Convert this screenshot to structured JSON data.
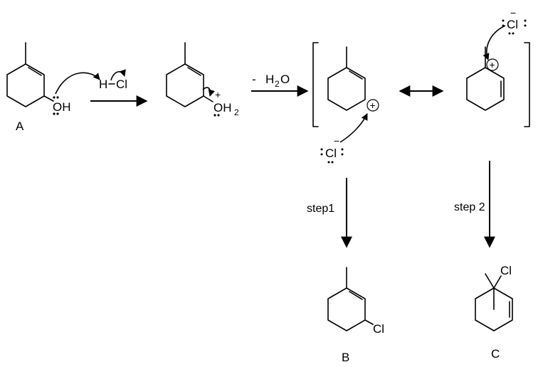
{
  "compound_labels": {
    "a": "A",
    "b": "B",
    "c": "C"
  },
  "atoms": {
    "oh": "OH",
    "oh2": "OH",
    "oh2_sub": "2",
    "hcl_h": "H",
    "hcl_cl": "Cl",
    "cl_anion_1": "Cl",
    "cl_anion_2": "Cl",
    "cl_product_b": "Cl",
    "cl_product_c": "Cl"
  },
  "charges": {
    "plus": "+",
    "minus": "−",
    "oxonium_plus": "+"
  },
  "reagents": {
    "loss_dash": "-",
    "loss_h": "H",
    "loss_sub": "2",
    "loss_o": "O"
  },
  "steps": {
    "step1": "step1",
    "step2": "step 2"
  }
}
